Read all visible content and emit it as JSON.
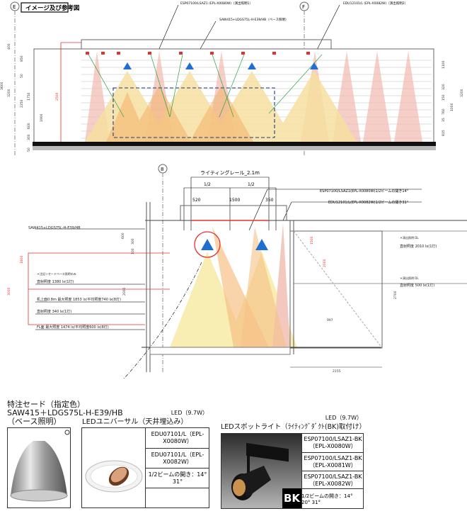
{
  "title": "イメージ及び参考図",
  "grid_markers": [
    "E",
    "F",
    "8"
  ],
  "elevation": {
    "callouts": [
      "ESP07100/LSAZ1 (EPL-X0080W)（演出照明1）",
      "SAW415+LDGS75L-H-E39/HB（ベース照明）",
      "EDU12101/L (EPL-X0082W)（演出照明2）"
    ],
    "left_dims": [
      "3600",
      "3200",
      "400",
      "850",
      "50",
      "2250",
      "1750",
      "600",
      "300",
      "50",
      "1900",
      "2500"
    ],
    "right_dims": [
      "1100",
      "3200",
      "320",
      "150",
      "760",
      "35",
      "1000",
      "815"
    ]
  },
  "section": {
    "rail_label": "ライティングレール_2.1m",
    "halves": [
      "1/2",
      "1/2"
    ],
    "spans": [
      "520",
      "1500",
      "350"
    ],
    "spot_callout": "ESP07100/LSAZ1(EPL-X0080W)1/2ビームの開き14°",
    "dl_callout": "EDU12101/L(EPL-X0082W)1/2ビームの開き31°",
    "shade_callout": "SAW415+LDGS75L-H-E39/HB",
    "note": "＊注記＞セードベース照明のみ",
    "left_readings": [
      "直射照度 1380 lx(1灯)",
      "机上面0.8m 最大照度 1853 lx/平均照度740 lx(8灯)",
      "直射照度 340 lx(1灯)",
      "FL面 最大照度 1474 lx/平均照度600 lx(8灯)"
    ],
    "right_readings": [
      {
        "tag": "＊演出照明 DL",
        "value": "直射照度 2010 lx(1灯)"
      },
      {
        "tag": "＊演出照明 DL",
        "value": "直射照度 500 lx(1灯)"
      }
    ],
    "dims": [
      "600",
      "300",
      "100",
      "1800",
      "3000",
      "2000",
      "1500",
      "2000",
      "2700",
      "997",
      "2155"
    ]
  },
  "products": {
    "shade": {
      "title": "特注セード（指定色）",
      "model": "SAW415＋LDGS75L-H-E39/HB",
      "role": "（ベース照明）"
    },
    "universal": {
      "title": "LEDユニバーサル（天井埋込み）",
      "power": "LED（9.7W）",
      "rows": [
        "EDU07101/L（EPL-X0080W）",
        "EDU07101/L（EPL-X0082W）",
        "1/2ビームの開き：14° 31°",
        ""
      ]
    },
    "spot": {
      "title": "LEDスポットライト（ﾗｲﾃｨﾝｸﾞﾀﾞｸﾄ(BK)取付け）",
      "power": "LED（9.7W）",
      "badge": "BK",
      "rows": [
        [
          "ESP07100/LSAZ1-BK",
          "（EPL-X0080W）"
        ],
        [
          "ESP07100/LSAZ1-BK",
          "（EPL-X0081W）"
        ],
        [
          "ESP07100/LSAZ1-BK",
          "（EPL-X0082W）"
        ]
      ],
      "beam": "1/2ビームの開き：14° 20° 31°"
    }
  },
  "colors": {
    "red": "#e53030",
    "beam_yellow": "#f7e9a0",
    "beam_orange": "#f3b26a",
    "beam_pink": "#f1bcb0",
    "fixture_blue": "#1f6fd0",
    "green": "#2aa04a"
  }
}
